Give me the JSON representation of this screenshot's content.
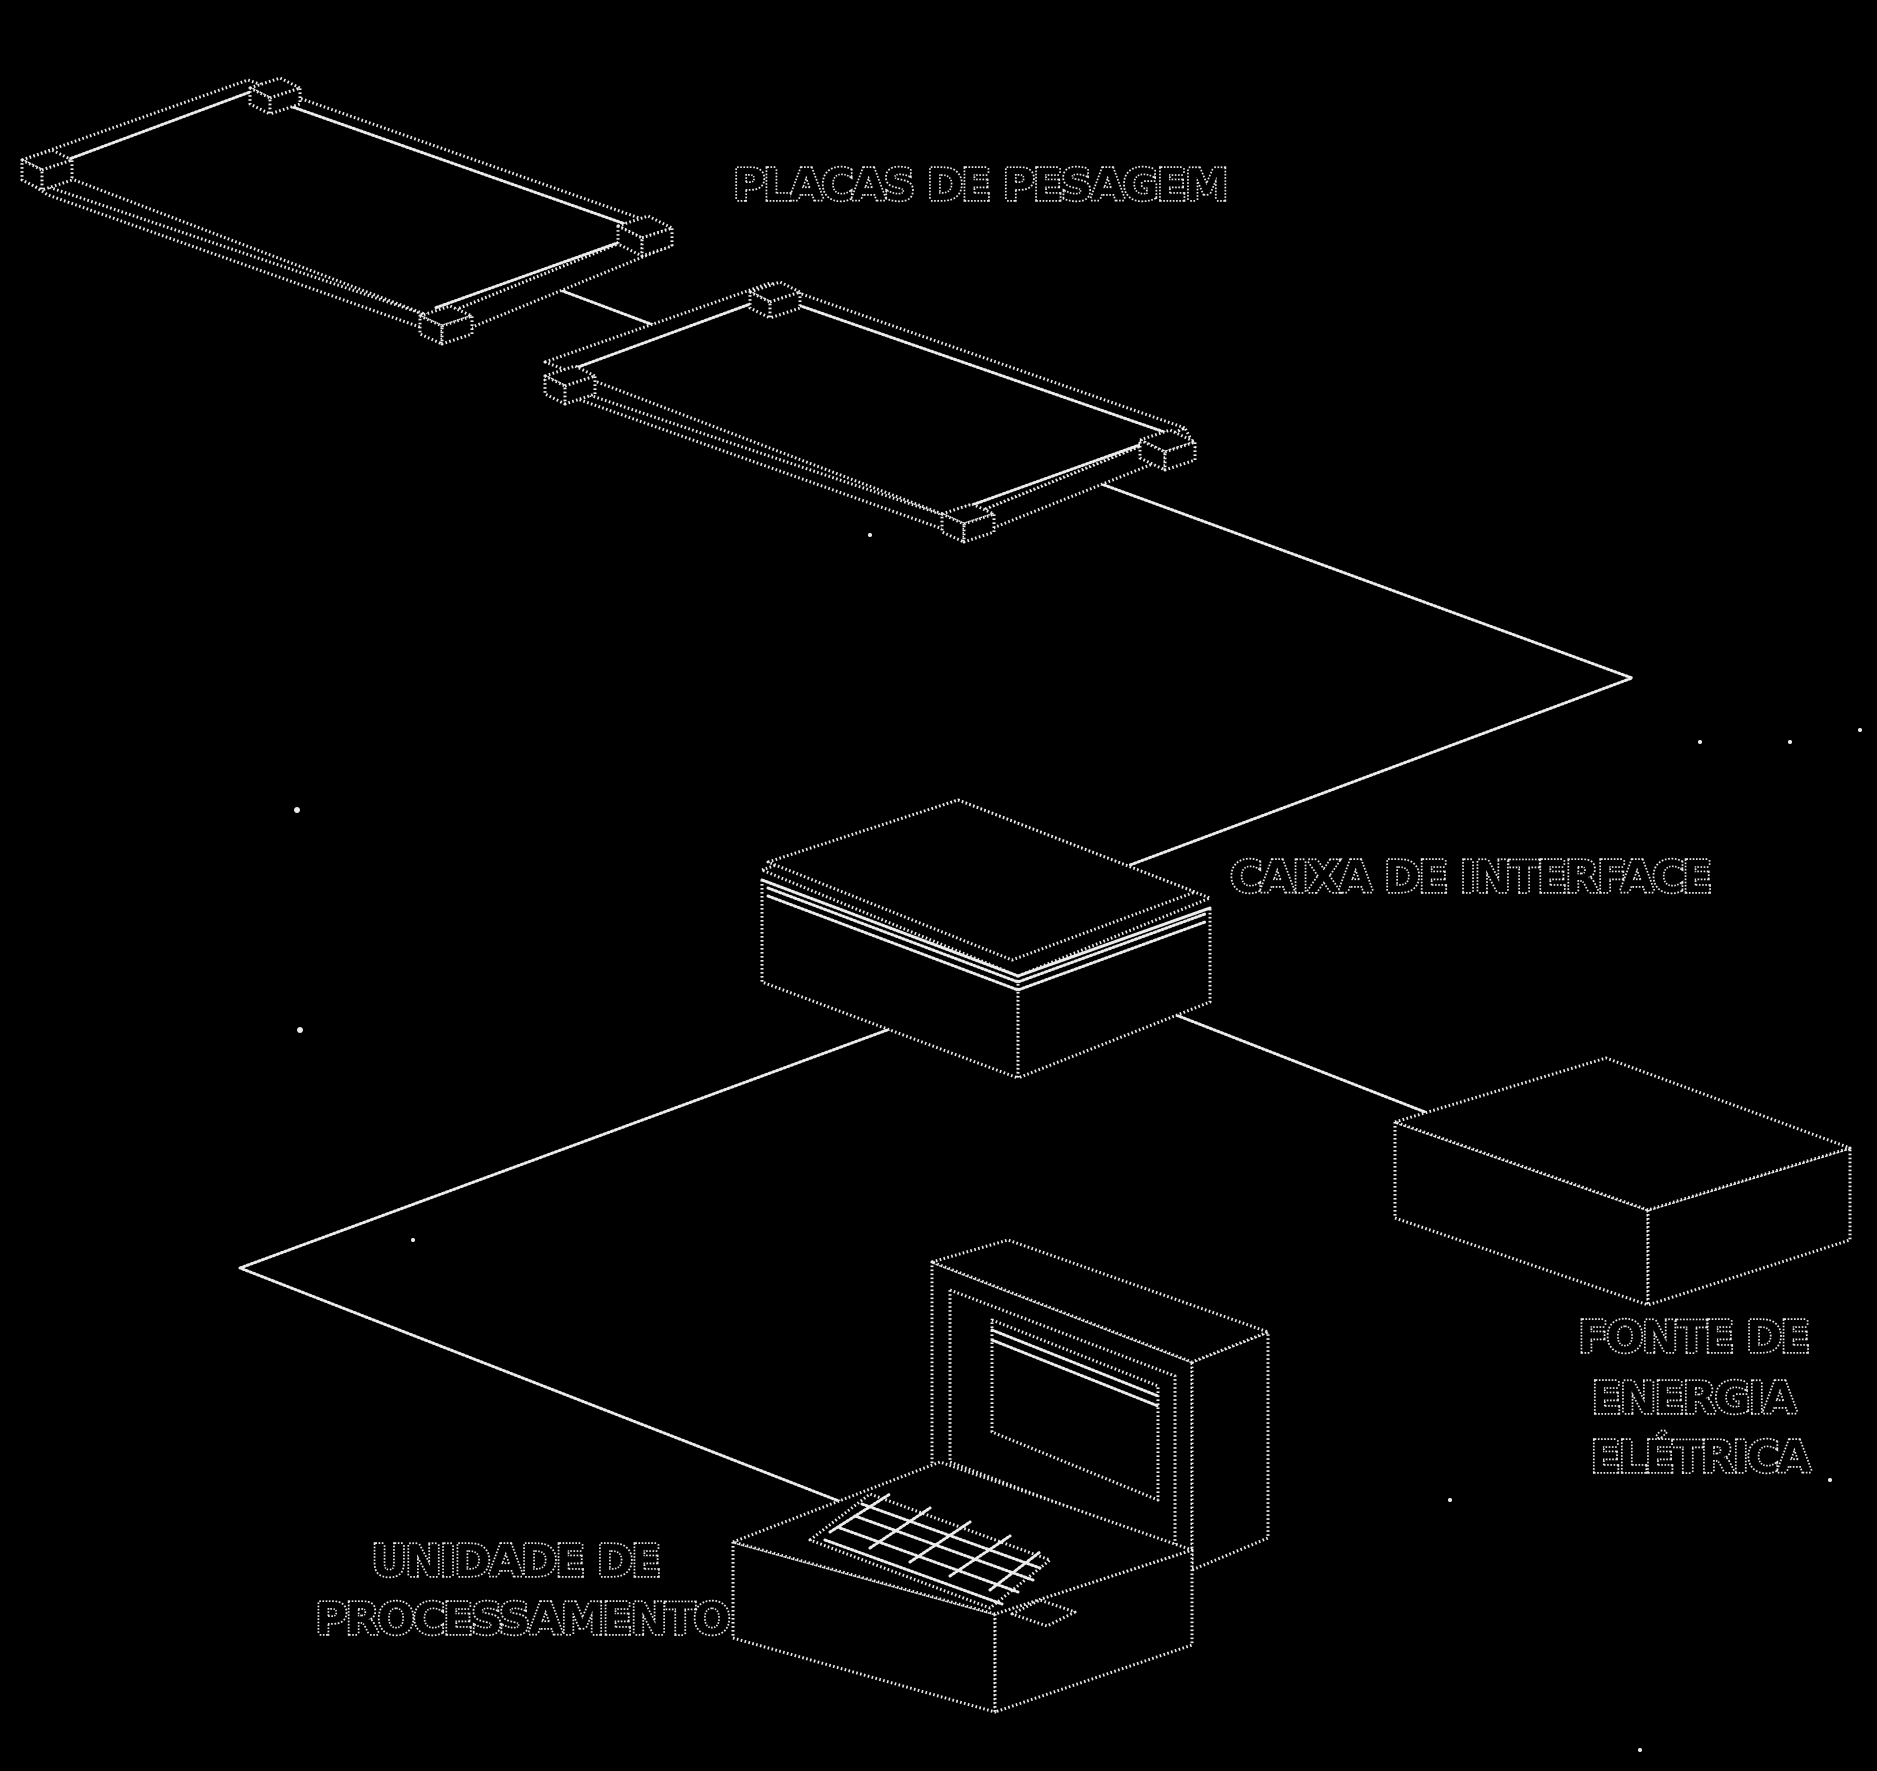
{
  "diagram": {
    "colors": {
      "background": "#000000",
      "line": "#ececec"
    },
    "labels": {
      "weighing_plates": "PLACAS DE PESAGEM",
      "interface_box": "CAIXA DE INTERFACE",
      "power_supply": [
        "FONTE DE",
        "ENERGIA",
        "ELÉTRICA"
      ],
      "processing_unit": [
        "UNIDADE DE",
        "PROCESSAMENTO"
      ]
    },
    "components": [
      "weighing-plate",
      "weighing-plate",
      "interface-box",
      "power-supply",
      "laptop-computer"
    ]
  }
}
